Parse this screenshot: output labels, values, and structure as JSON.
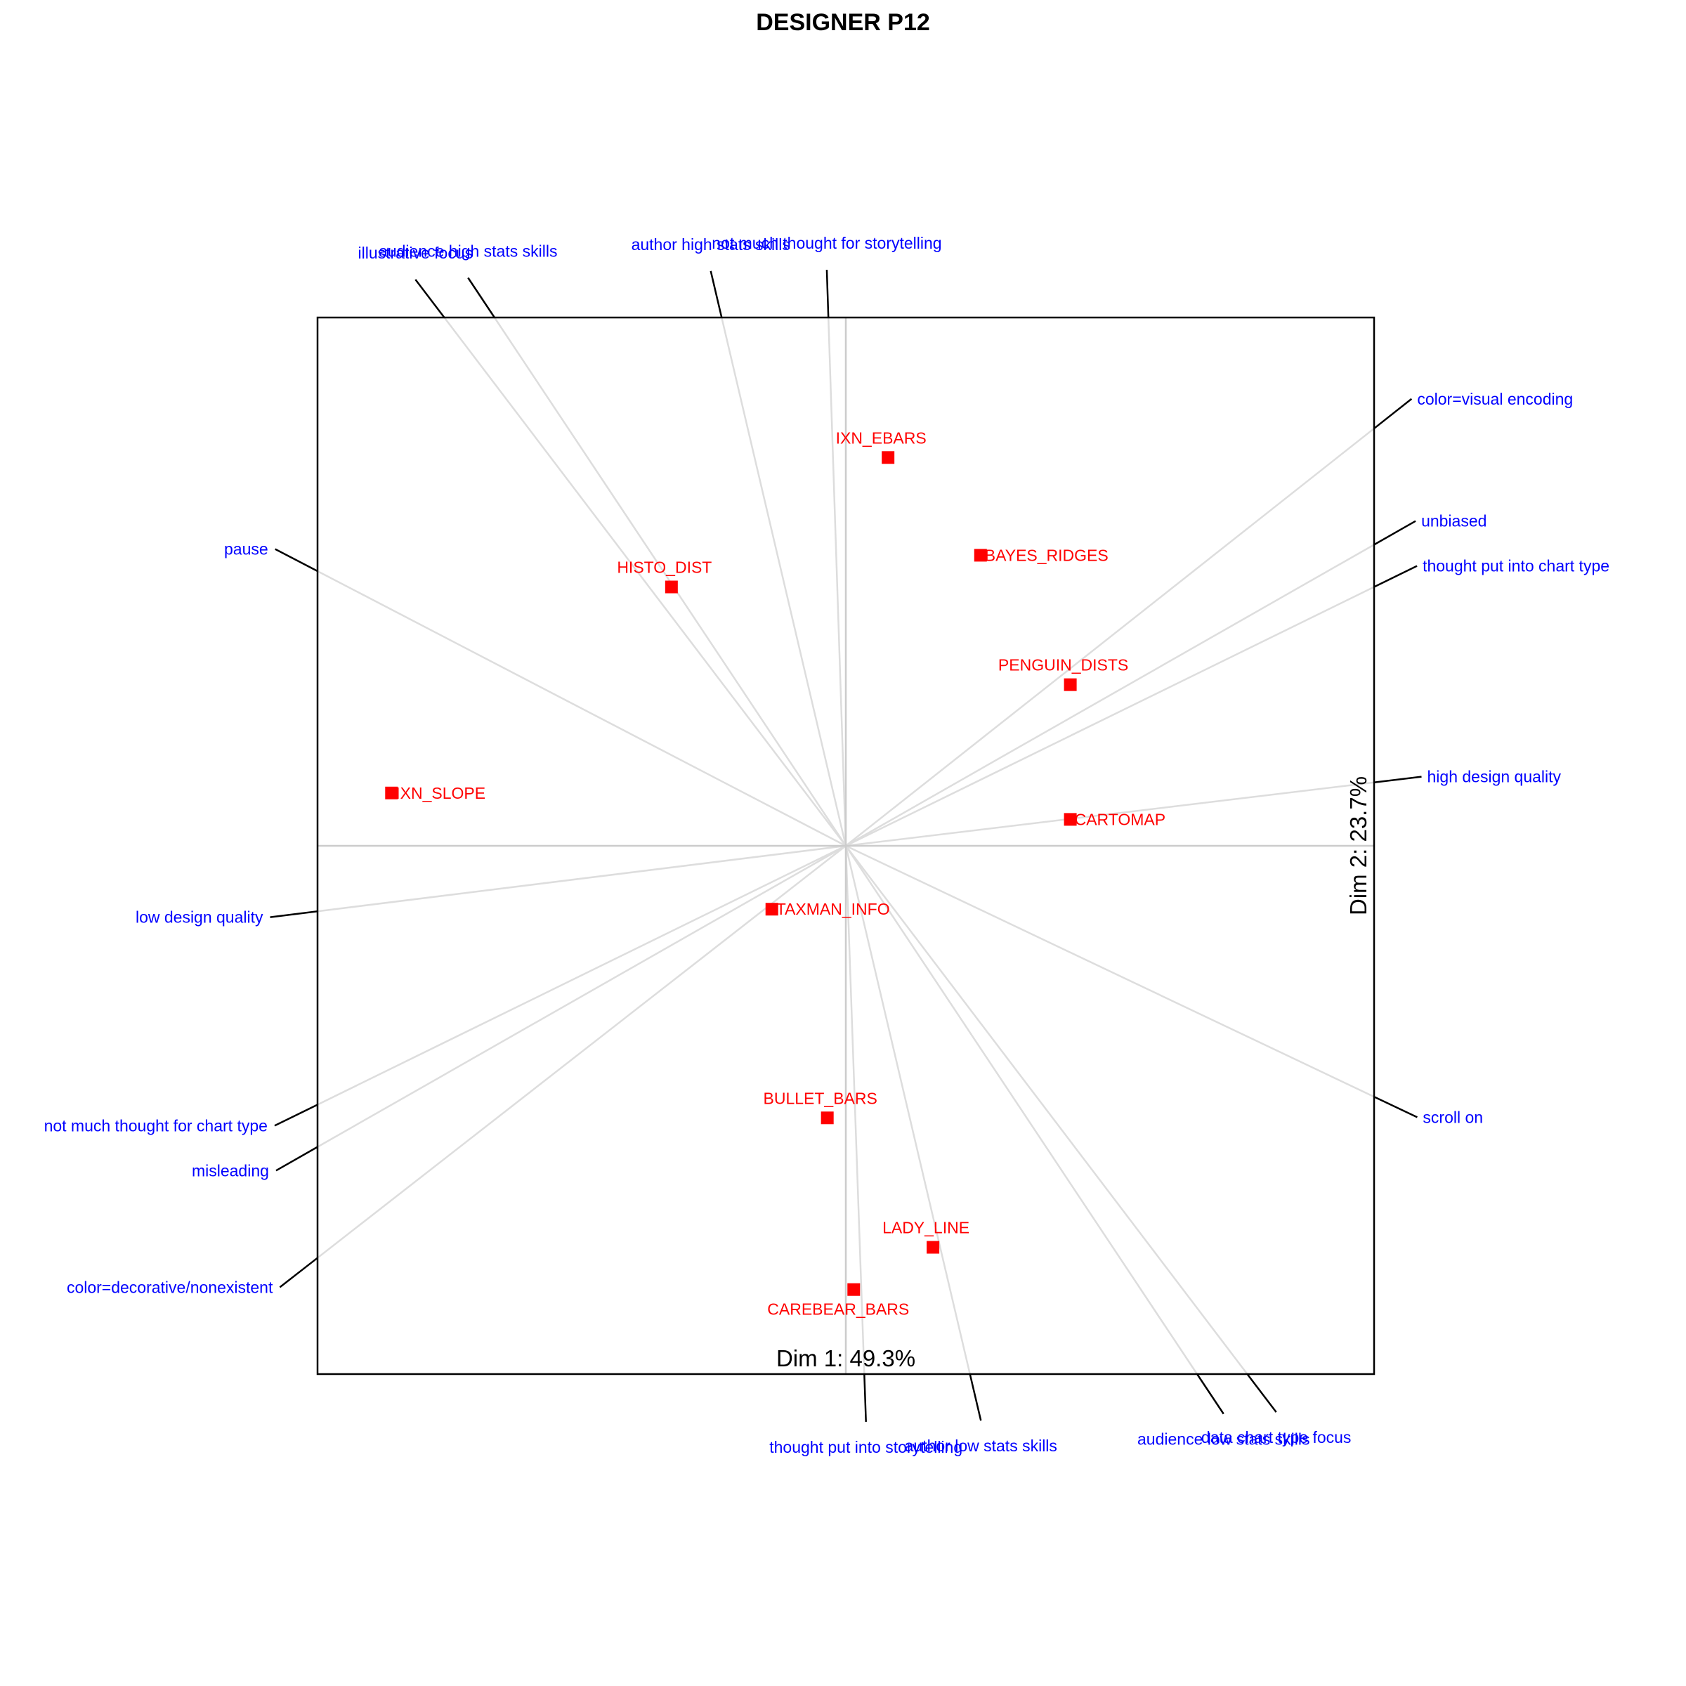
{
  "chart_data": {
    "type": "scatter",
    "subtype": "biplot",
    "title": "DESIGNER P12",
    "xlabel": "Dim 1: 49.3%",
    "ylabel": "Dim 2: 23.7%",
    "xlim": [
      -1,
      1
    ],
    "ylim": [
      -1,
      1
    ],
    "grid": false,
    "colors": {
      "points": "#ff0000",
      "variables": "#0000ff",
      "projection_lines": "#dddddd",
      "box": "#000000"
    },
    "points": [
      {
        "label": "IXN_EBARS",
        "x": 0.08,
        "y": 0.735
      },
      {
        "label": "BAYES_RIDGES",
        "x": 0.255,
        "y": 0.55
      },
      {
        "label": "HISTO_DIST",
        "x": -0.33,
        "y": 0.49
      },
      {
        "label": "PENGUIN_DISTS",
        "x": 0.425,
        "y": 0.305
      },
      {
        "label": "IXN_SLOPE",
        "x": -0.86,
        "y": 0.1
      },
      {
        "label": "CARTOMAP",
        "x": 0.425,
        "y": 0.05
      },
      {
        "label": "TAXMAN_INFO",
        "x": -0.14,
        "y": -0.12
      },
      {
        "label": "BULLET_BARS",
        "x": -0.035,
        "y": -0.515
      },
      {
        "label": "LADY_LINE",
        "x": 0.165,
        "y": -0.76
      },
      {
        "label": "CAREBEAR_BARS",
        "x": 0.015,
        "y": -0.84
      }
    ],
    "variables": [
      {
        "label": "color=visual encoding",
        "x": 1.0,
        "y": 0.79
      },
      {
        "label": "unbiased",
        "x": 1.0,
        "y": 0.57
      },
      {
        "label": "thought put into chart type",
        "x": 1.0,
        "y": 0.49
      },
      {
        "label": "high design quality",
        "x": 1.0,
        "y": 0.12
      },
      {
        "label": "scroll on",
        "x": 1.0,
        "y": -0.475
      },
      {
        "label": "pause",
        "x": -1.0,
        "y": 0.52
      },
      {
        "label": "low design quality",
        "x": -1.0,
        "y": -0.124
      },
      {
        "label": "not much thought for chart type",
        "x": -1.0,
        "y": -0.49
      },
      {
        "label": "misleading",
        "x": -1.0,
        "y": -0.57
      },
      {
        "label": "color=decorative/nonexistent",
        "x": -1.0,
        "y": -0.78
      },
      {
        "label": "illustrative focus",
        "x": -0.76,
        "y": 1.0
      },
      {
        "label": "audience high stats skills",
        "x": -0.665,
        "y": 1.0
      },
      {
        "label": "author high stats skills",
        "x": -0.235,
        "y": 1.0
      },
      {
        "label": "not much thought for storytelling",
        "x": -0.033,
        "y": 1.0
      },
      {
        "label": "thought put into storytelling",
        "x": 0.035,
        "y": -1.0
      },
      {
        "label": "author low stats skills",
        "x": 0.235,
        "y": -1.0
      },
      {
        "label": "audience low stats skills",
        "x": 0.665,
        "y": -1.0
      },
      {
        "label": "data chart type focus",
        "x": 0.76,
        "y": -1.0
      }
    ]
  }
}
